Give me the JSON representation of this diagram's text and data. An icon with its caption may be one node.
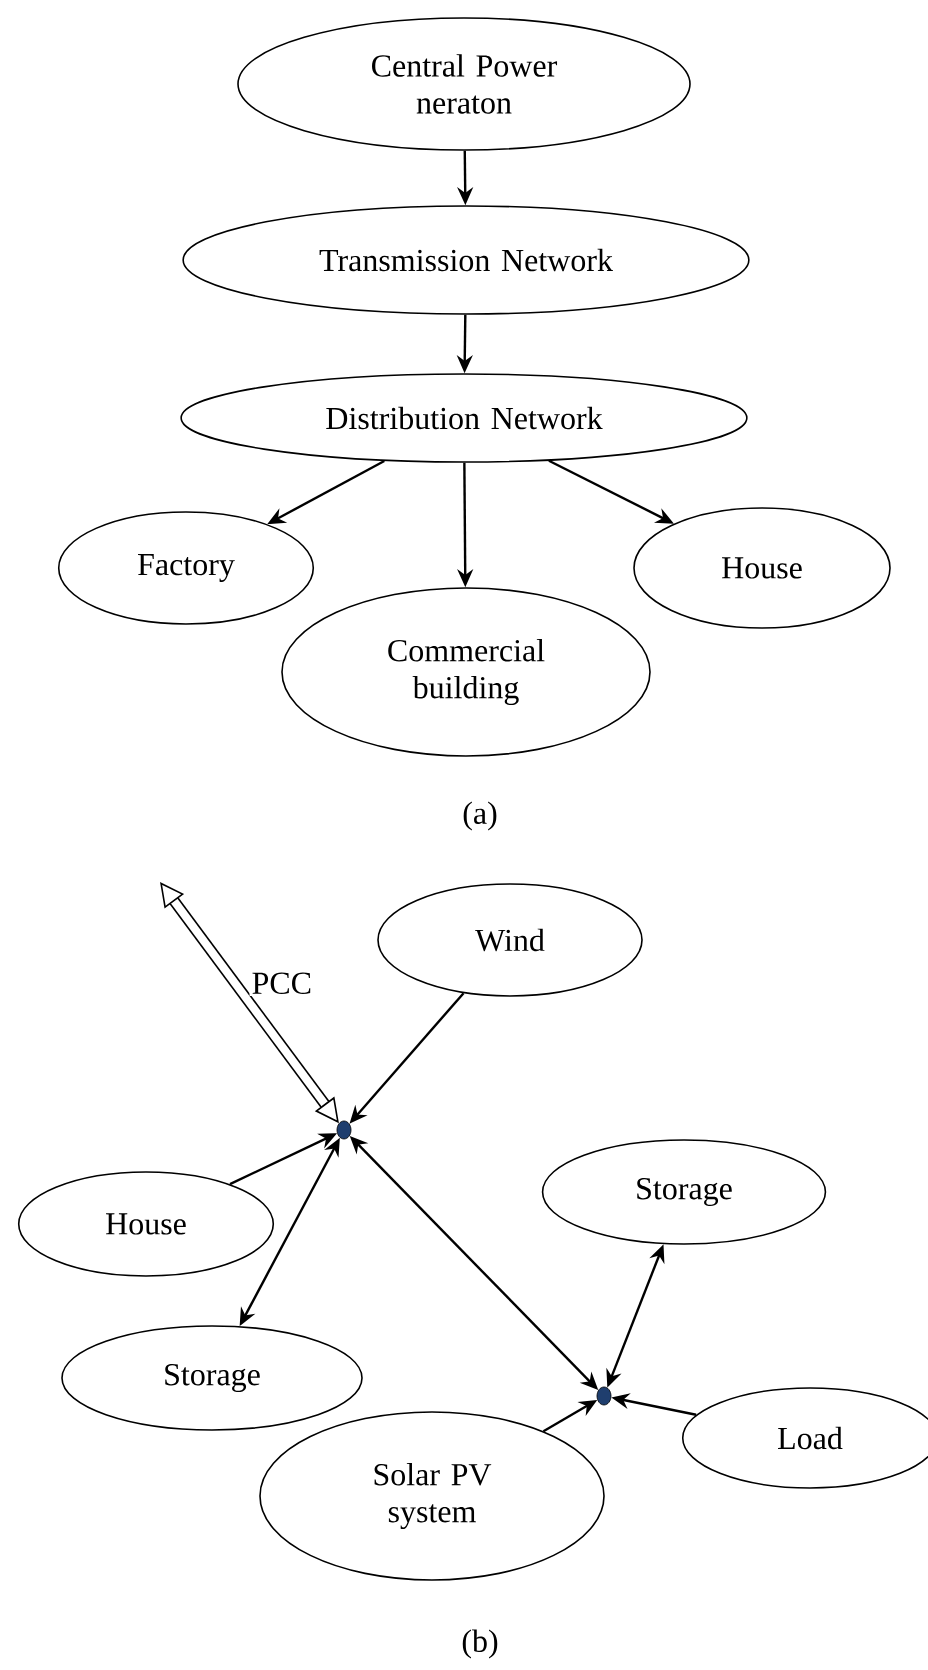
{
  "diagram": {
    "nodes": [
      {
        "text": [
          "Central Power neraton"
        ]
      },
      {
        "text": [
          "Transmission Network"
        ]
      },
      {
        "text": [
          "Distribution Network"
        ]
      },
      {
        "text": [
          "Factory"
        ]
      },
      {
        "text": [
          "Commercial building"
        ]
      },
      {
        "text": [
          "House"
        ]
      },
      {
        "text": [
          "Wind"
        ]
      },
      {
        "text": [],
        "shape": "circle"
      },
      {
        "text": [
          "House"
        ]
      },
      {
        "text": [
          "Storage"
        ]
      },
      {
        "text": [
          "Storage"
        ]
      },
      {
        "text": [],
        "shape": "circle"
      },
      {
        "text": [
          "Solar PV system"
        ]
      },
      {
        "text": [
          "Load"
        ]
      }
    ],
    "edges": [
      {
        "from": 0,
        "to": 1,
        "arrow": "to"
      },
      {
        "from": 1,
        "to": 2,
        "arrow": "to"
      },
      {
        "from": 2,
        "to": 3,
        "arrow": "to"
      },
      {
        "from": 2,
        "to": 4,
        "arrow": "to"
      },
      {
        "from": 2,
        "to": 5,
        "arrow": "to"
      },
      {
        "from": null,
        "to": 7,
        "arrow": "both",
        "label": "PCC",
        "style": "thick"
      },
      {
        "from": 6,
        "to": 7,
        "arrow": "to"
      },
      {
        "from": 8,
        "to": 7,
        "arrow": "to"
      },
      {
        "from": 10,
        "to": 7,
        "arrow": "both"
      },
      {
        "from": 7,
        "to": 11,
        "arrow": "both"
      },
      {
        "from": 9,
        "to": 11,
        "arrow": "both"
      },
      {
        "from": 12,
        "to": 11,
        "arrow": "to"
      },
      {
        "from": 13,
        "to": 11,
        "arrow": "to"
      }
    ],
    "labels": [
      "(a)",
      "(b)"
    ]
  }
}
